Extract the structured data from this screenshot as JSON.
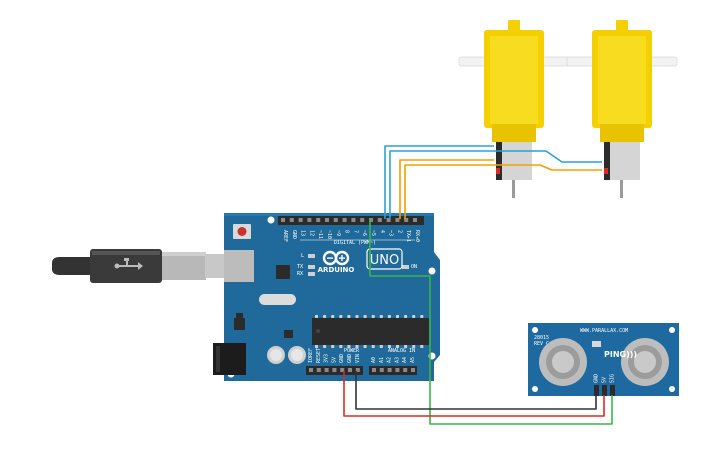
{
  "arduino": {
    "model": "UNO",
    "brand": "ARDUINO",
    "digital_header": "DIGITAL (PWM~)",
    "power_header": "POWER",
    "analog_header": "ANALOG IN",
    "pin_digital": [
      "AREF",
      "GND",
      "13",
      "12",
      "~11",
      "~10",
      "~9",
      "8",
      "7",
      "~6",
      "~5",
      "4",
      "~3",
      "2",
      "TX▸1",
      "RX◂0"
    ],
    "pin_power": [
      "IOREF",
      "RESET",
      "3V3",
      "5V",
      "GND",
      "GND",
      "VIN"
    ],
    "pin_analog": [
      "A0",
      "A1",
      "A2",
      "A3",
      "A4",
      "A5"
    ],
    "led_l": "L",
    "led_tx": "TX",
    "led_rx": "RX",
    "led_on": "ON"
  },
  "sensor": {
    "brand_line": "WWW.PARALLAX.COM",
    "rev_line1": "28015",
    "rev_line2": "REV C",
    "name": "PING)))",
    "pins": [
      "GND",
      "5V",
      "SIG"
    ]
  },
  "colors": {
    "board": "#1f6a9a",
    "motor": "#f5d000",
    "wire_red": "#d82b27",
    "wire_black": "#333333",
    "wire_green": "#3bb44a",
    "wire_blue": "#2aa0d8",
    "wire_orange": "#f2a000"
  }
}
